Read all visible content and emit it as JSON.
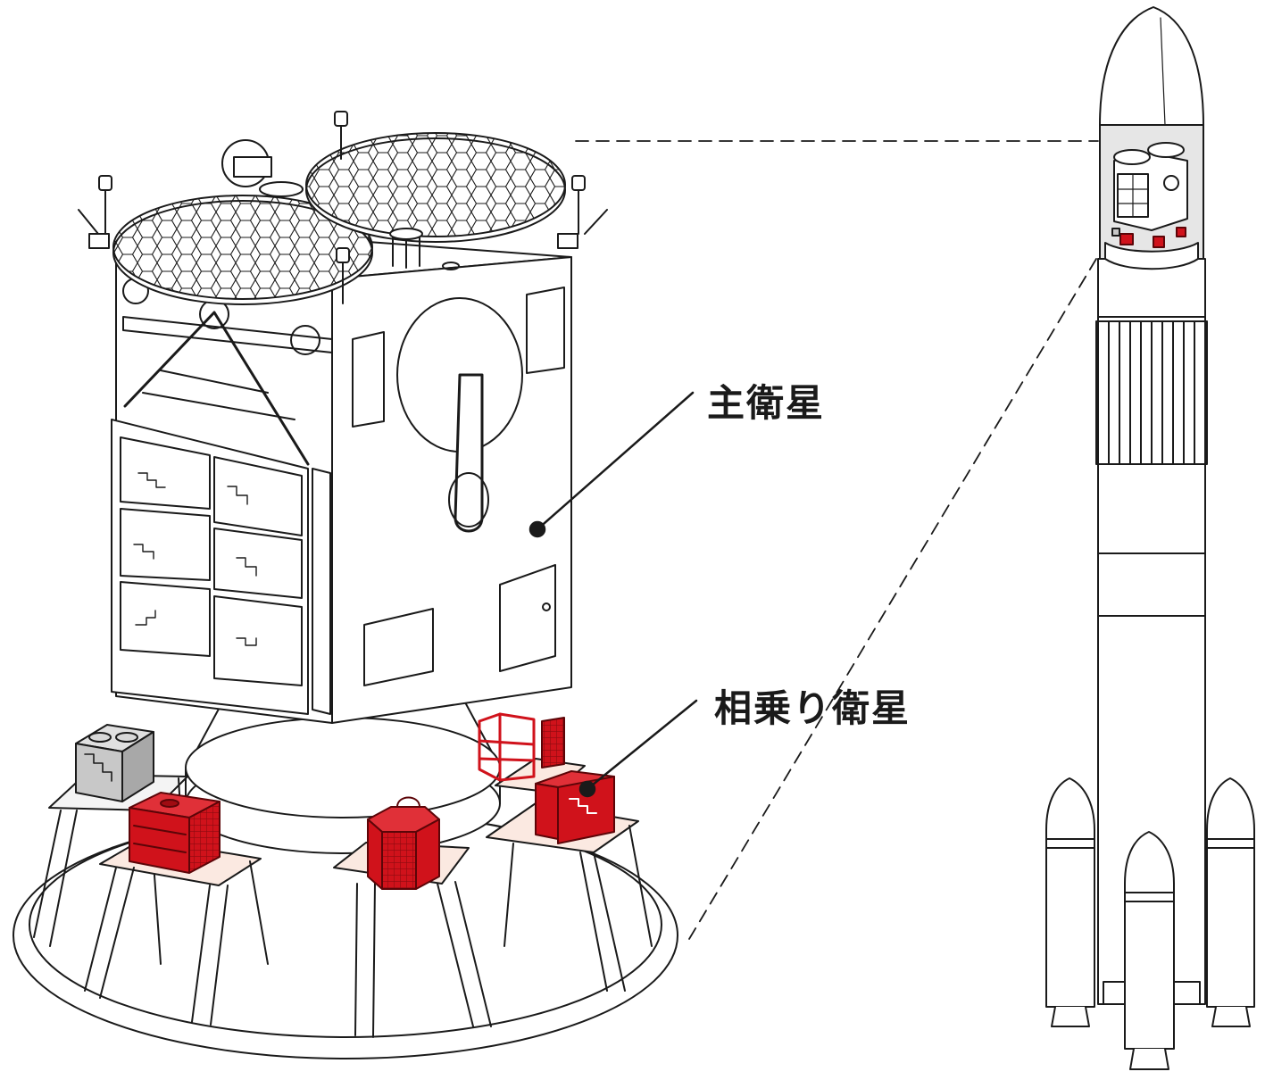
{
  "labels": {
    "main_satellite": "主衛星",
    "rideshare_satellite": "相乗り衛星"
  },
  "colors": {
    "outline": "#1a1a1a",
    "rideshare_red": "#d0121b",
    "rideshare_red_dark": "#8e0a10",
    "table_tint": "#fbe9e1",
    "gray_cube": "#c8c8c8",
    "fairing_window": "#e6e6e6",
    "background": "#ffffff"
  },
  "icons": {
    "main_satellite": "satellite-bus-with-dish-antennas",
    "rideshare": "small-cube-satellites",
    "rocket": "launch-vehicle-with-boosters"
  }
}
